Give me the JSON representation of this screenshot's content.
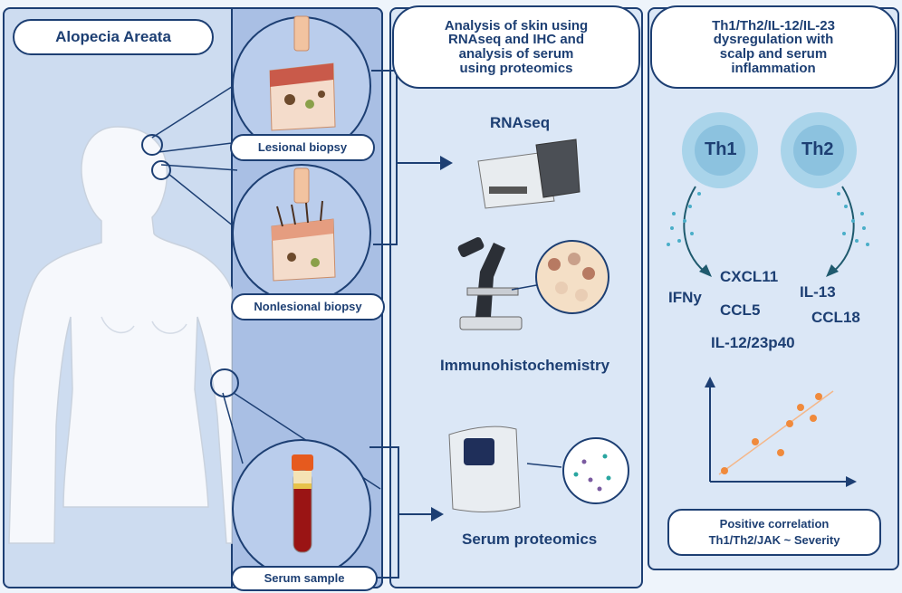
{
  "left": {
    "title": "Alopecia Areata",
    "lesional_label": "Lesional biopsy",
    "nonlesional_label": "Nonlesional biopsy",
    "serum_label": "Serum sample"
  },
  "middle": {
    "title_lines": [
      "Analysis of skin using",
      "RNAseq and IHC and",
      "analysis of serum",
      "using proteomics"
    ],
    "rnaseq_label": "RNAseq",
    "ihc_label": "Immunohistochemistry",
    "proteomics_label": "Serum proteomics"
  },
  "right": {
    "title_lines": [
      "Th1/Th2/IL-12/IL-23",
      "dysregulation with",
      "scalp and serum",
      "inflammation"
    ],
    "cells": [
      "Th1",
      "Th2"
    ],
    "cytokines": {
      "ifny": "IFNy",
      "cxcl11": "CXCL11",
      "ccl5": "CCL5",
      "il13": "IL-13",
      "ccl18": "CCL18",
      "il12": "IL-12/23p40"
    },
    "correlation_lines": [
      "Positive correlation",
      "Th1/Th2/JAK ~ Severity"
    ]
  },
  "colors": {
    "navy": "#1d3f73",
    "cell": "#a9d4ea",
    "dot_orange": "#f08a3c",
    "skin": "#f4dccb",
    "blood": "#9a1414"
  }
}
